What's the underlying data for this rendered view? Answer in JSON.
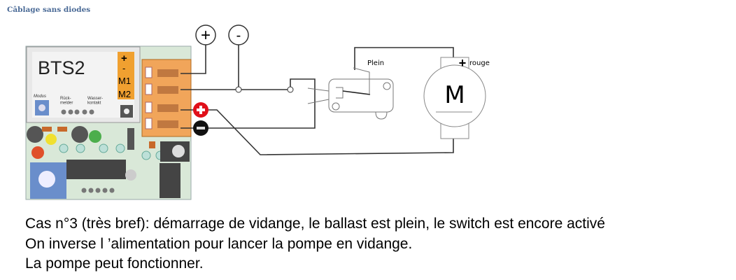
{
  "heading": "Câblage sans diodes",
  "board": {
    "name": "BTS2",
    "terminals": [
      "+",
      "-",
      "M1",
      "M2"
    ],
    "modus_label": "Modus",
    "rueckmelder_label": "Rück-\nmelder",
    "wasserkontakt_label": "Wasser-\nkontakt"
  },
  "supply": {
    "plus": "+",
    "minus": "-"
  },
  "switch_label": "Plein",
  "motor": {
    "symbol": "M",
    "plus": "+",
    "wire_label": "rouge"
  },
  "caption": [
    "Cas n°3 (très bref): démarrage de vidange, le ballast est plein, le switch est encore activé",
    "On inverse l ’alimentation pour lancer la pompe en vidange.",
    "La pompe peut fonctionner."
  ]
}
